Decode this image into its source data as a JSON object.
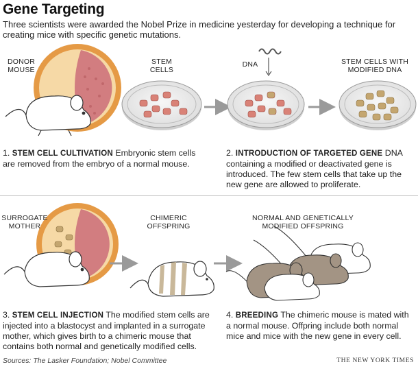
{
  "header": {
    "title": "Gene Targeting",
    "subtitle": "Three scientists were awarded the Nobel Prize in medicine yesterday for developing a technique for creating mice with specific genetic mutations."
  },
  "top_row": {
    "labels": {
      "donor_mouse": "DONOR MOUSE",
      "stem_cells": "STEM CELLS",
      "dna": "DNA",
      "stem_cells_modified": "STEM CELLS WITH MODIFIED DNA"
    },
    "step1": {
      "number": "1.",
      "heading": "STEM CELL CULTIVATION",
      "text": "Embryonic stem cells are removed from the embryo of a normal mouse."
    },
    "step2": {
      "number": "2.",
      "heading": "INTRODUCTION OF TARGETED GENE",
      "text": "DNA containing a modified or deactivated gene is introduced. The few stem cells that take up the new gene are allowed to proliferate."
    }
  },
  "bottom_row": {
    "labels": {
      "surrogate_mother": "SURROGATE MOTHER",
      "chimeric_offspring": "CHIMERIC OFFSPRING",
      "normal_modified_offspring": "NORMAL AND GENETICALLY MODIFIED OFFSPRING"
    },
    "step3": {
      "number": "3.",
      "heading": "STEM CELL INJECTION",
      "text": "The modified stem cells are injected into a blastocyst and implanted in a surrogate mother, which gives birth to a chimeric mouse that contains both normal and genetically modified cells."
    },
    "step4": {
      "number": "4.",
      "heading": "BREEDING",
      "text": "The chimeric mouse is mated with a normal mouse. Offpring include both normal mice and mice with the new gene in every cell."
    }
  },
  "footer": {
    "sources": "Sources: The Lasker Foundation; Nobel Committee",
    "credit": "THE NEW YORK TIMES"
  },
  "colors": {
    "blastocyst_ring": "#e59a45",
    "blastocyst_fill": "#f6d9a6",
    "inner_mass": "#d27d80",
    "cell_normal": "#d98277",
    "cell_modified": "#c4a670",
    "arrow": "#9a9a9a",
    "mouse_brown": "#a39484",
    "divider": "#bdbdbd"
  },
  "icons": [
    "donor-mouse-illustration",
    "blastocyst-illustration",
    "petri-dish-icon",
    "dna-strand-icon",
    "arrow-right-icon",
    "chimeric-mouse-illustration",
    "offspring-mice-illustration"
  ]
}
